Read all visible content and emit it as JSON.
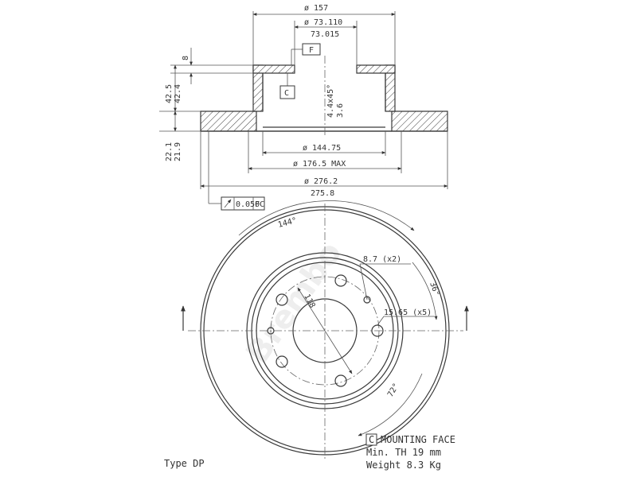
{
  "watermark": "Brembo",
  "top_view": {
    "dim_157": "ø 157",
    "dim_73_110": "ø 73.110",
    "dim_73_015": "73.015",
    "label_F": "F",
    "dim_8": "8",
    "dim_42_5": "42.5",
    "dim_42_4": "42.4",
    "label_C": "C",
    "dim_chamfer": "4.4x45°",
    "dim_3_6": "3.6",
    "dim_22_1": "22.1",
    "dim_21_9": "21.9",
    "dim_144_75": "ø 144.75",
    "dim_176_5": "ø 176.5 MAX",
    "dim_276_2": "ø 276.2",
    "dim_275_8": "275.8",
    "runout": "0.050",
    "runout_ref": "FC"
  },
  "front_view": {
    "angle_144": "144°",
    "dim_8_7": "8.7 (x2)",
    "angle_36": "36°",
    "dim_118": "118",
    "dim_15_65": "15.65 (x5)",
    "angle_72": "72°"
  },
  "notes": {
    "mounting_ref": "C",
    "mounting_face": "MOUNTING FACE",
    "min_th": "Min. TH 19  mm",
    "weight": "Weight 8.3 Kg",
    "type": "Type DP"
  }
}
